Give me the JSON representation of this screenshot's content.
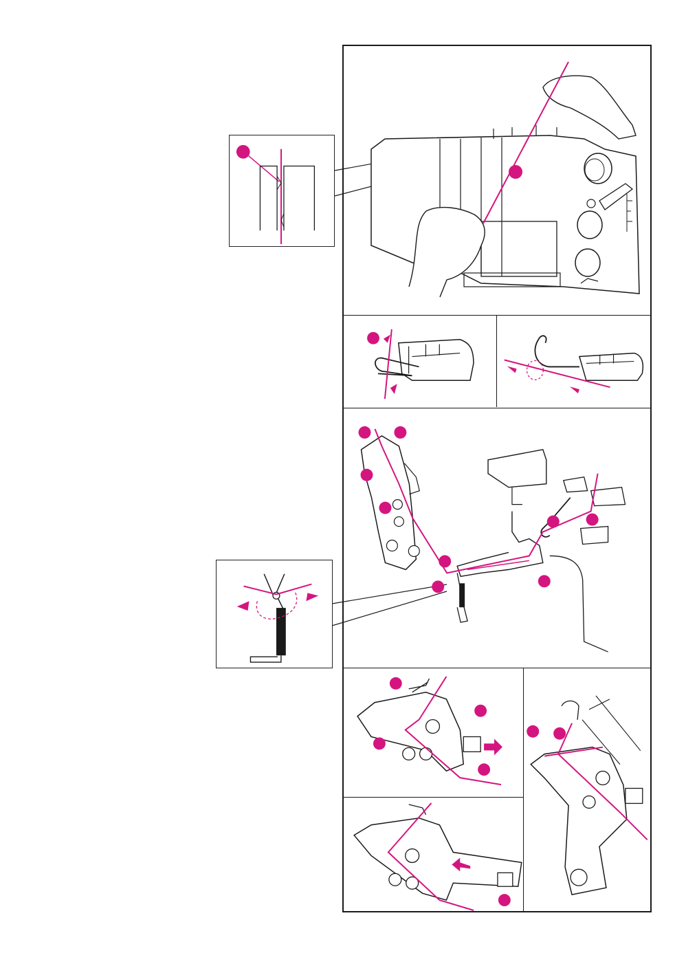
{
  "document": {
    "figure_panels": [
      "thread-upper-looper-hand-illustration",
      "thread-guide-hook-step-1",
      "thread-guide-hook-step-2",
      "looper-threading-path-diagram",
      "tension-lever-detail-inset",
      "looper-thread-guide-step-a",
      "looper-thread-guide-step-b",
      "looper-thread-guide-step-c"
    ]
  },
  "colors": {
    "accent_magenta": "#d4157f",
    "line_dark": "#1a1a1a",
    "background": "#ffffff"
  }
}
